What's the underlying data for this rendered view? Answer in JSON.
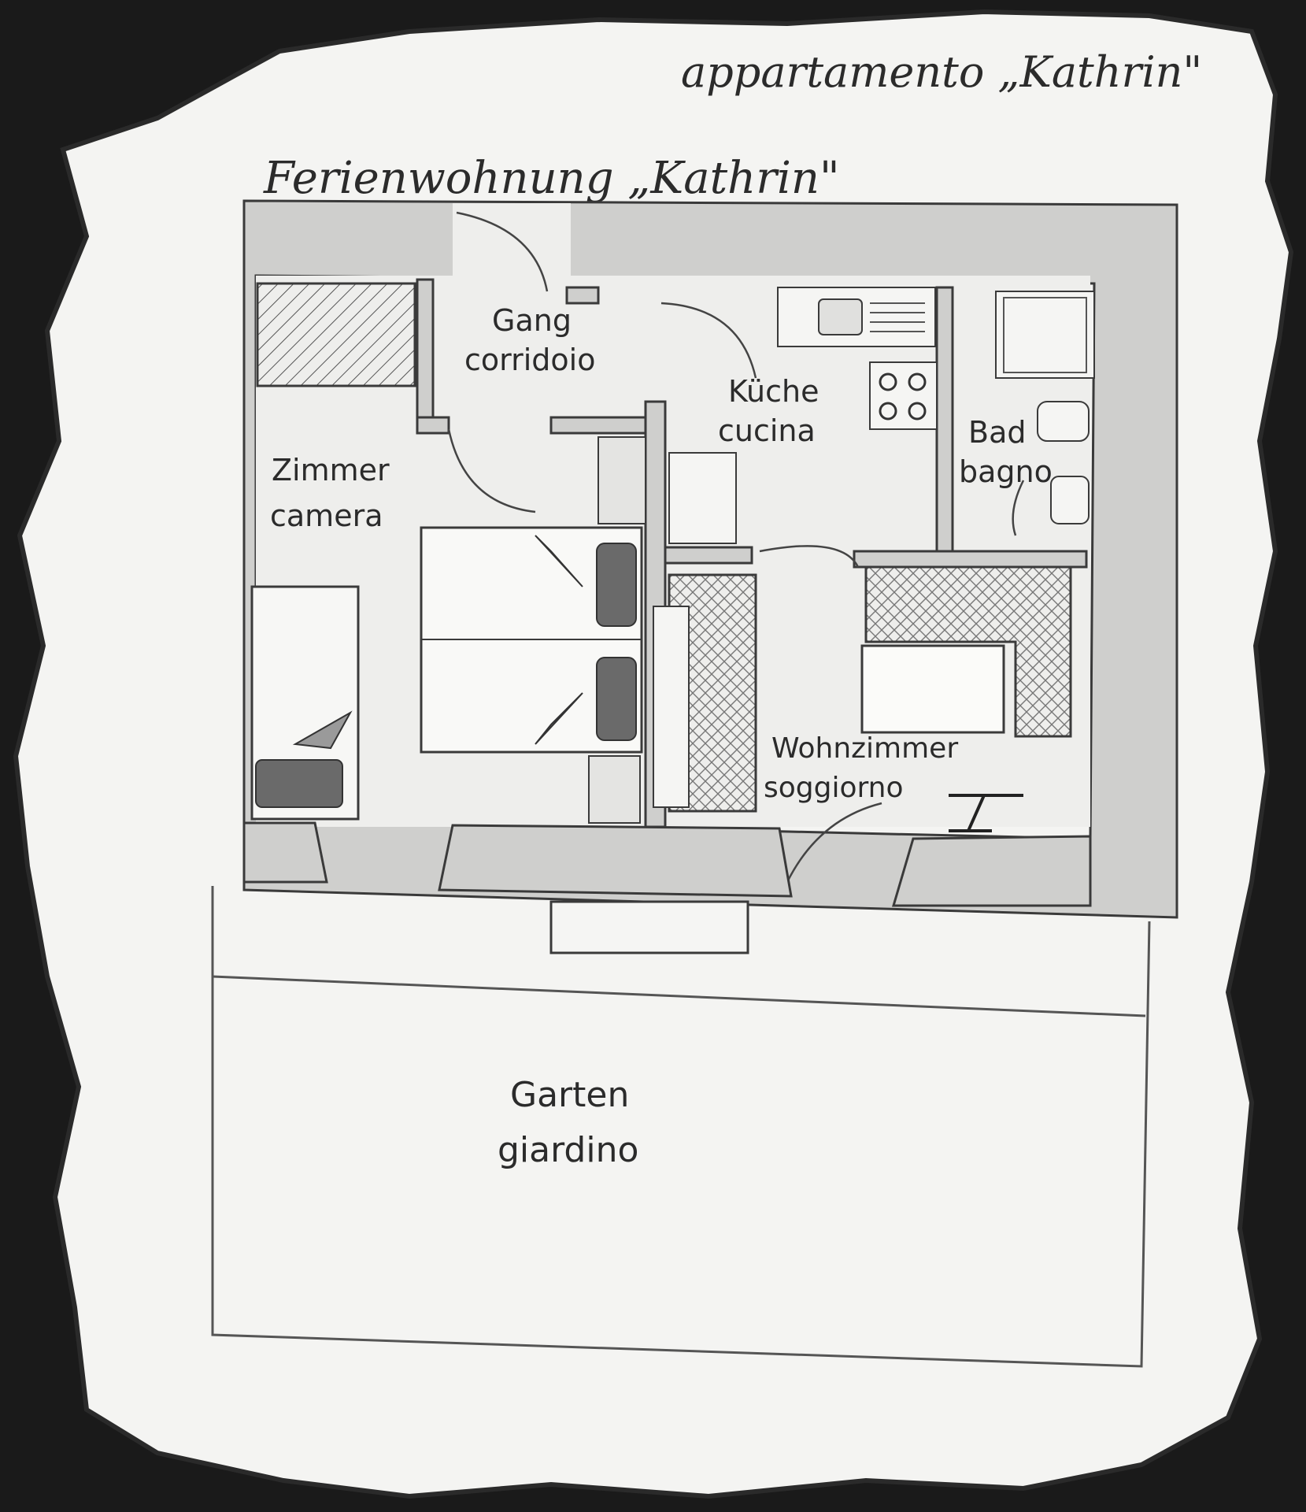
{
  "headers": {
    "italian_title": "appartamento „Kathrin\"",
    "german_title": "Ferienwohnung „Kathrin\""
  },
  "rooms": {
    "hall": {
      "de": "Gang",
      "it": "corridoio"
    },
    "kitchen": {
      "de": "Küche",
      "it": "cucina"
    },
    "bath": {
      "de": "Bad",
      "it": "bagno"
    },
    "bedroom": {
      "de": "Zimmer",
      "it": "camera"
    },
    "living": {
      "de": "Wohnzimmer",
      "it": "soggiorno"
    },
    "garden": {
      "de": "Garten",
      "it": "giardino"
    }
  },
  "colors": {
    "paper": "#f4f4f2",
    "background": "#1a1a1a",
    "pencil": "#3a3a3a",
    "wall_shade": "#c9c9c7",
    "furniture_dark": "#6a6a6a"
  }
}
